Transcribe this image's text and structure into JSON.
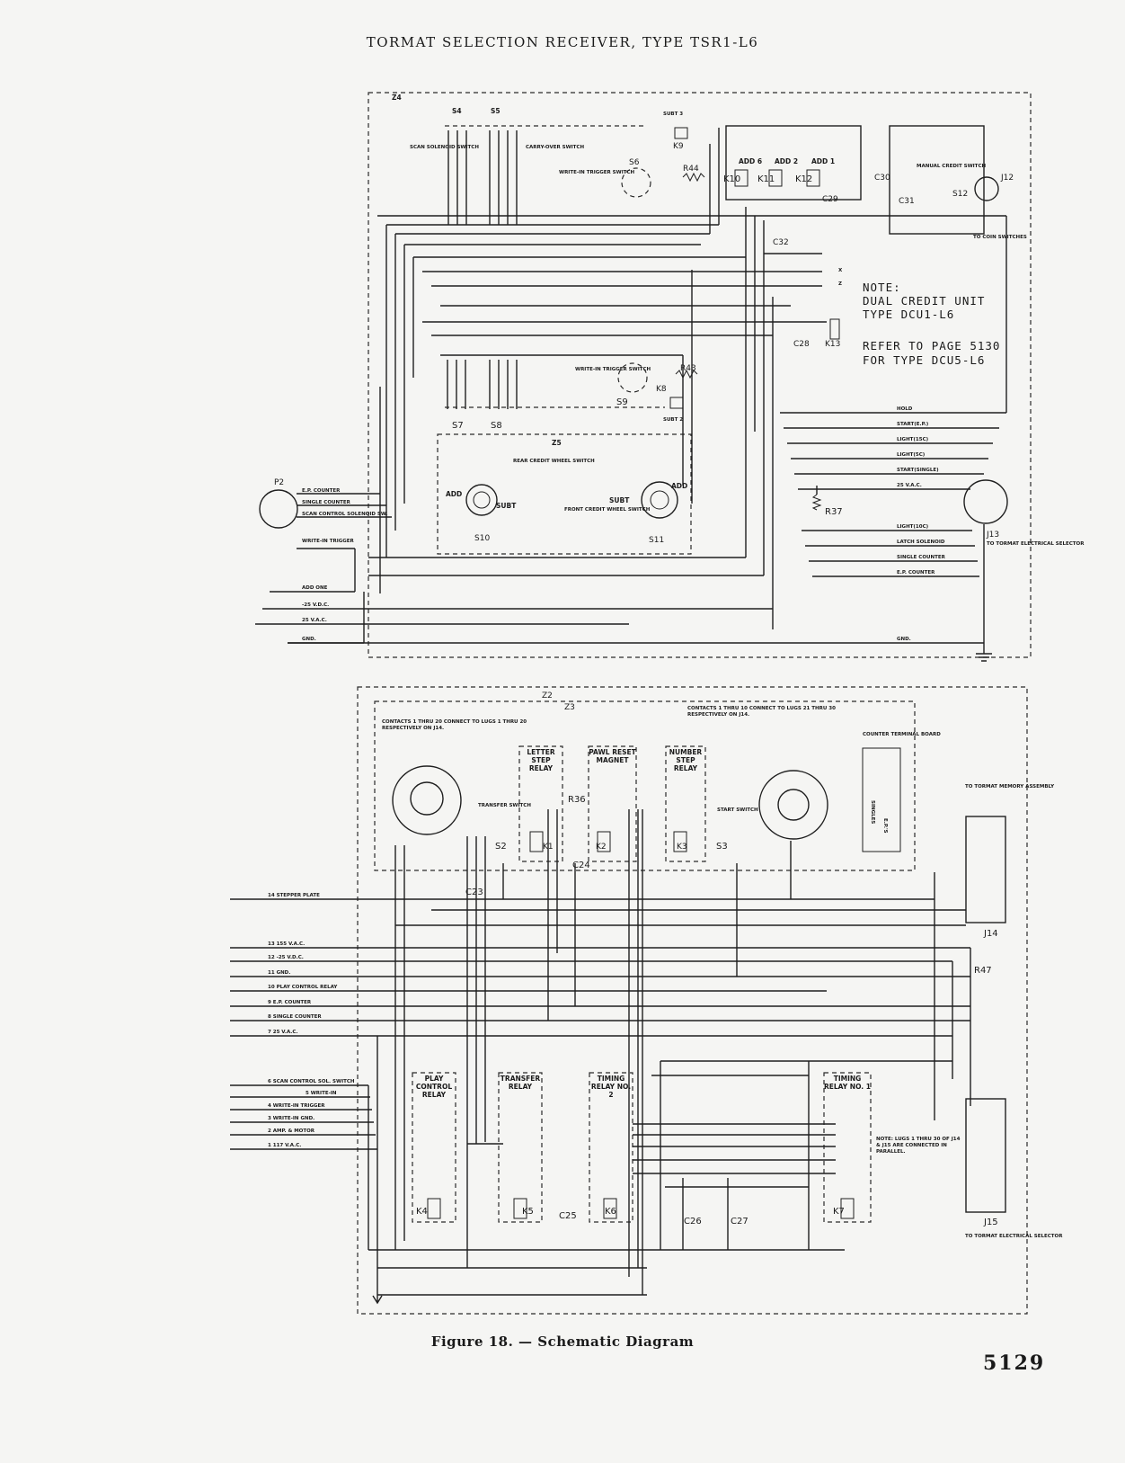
{
  "header": "TORMAT SELECTION RECEIVER, TYPE TSR1-L6",
  "caption": "Figure 18. — Schematic Diagram",
  "page_number": "5129",
  "upper": {
    "box_z4": "Z4",
    "box_z5": "Z5",
    "switches": {
      "s4": "S4",
      "s5": "S5",
      "s6": "S6",
      "s7": "S7",
      "s8": "S8",
      "s9": "S9",
      "s10": "S10",
      "s11": "S11",
      "s12": "S12"
    },
    "labels": {
      "scan_solenoid_switch": "SCAN SOLENOID SWITCH",
      "carry_over_switch": "CARRY-OVER SWITCH",
      "write_in_trigger_switch_top": "WRITE-IN TRIGGER SWITCH",
      "write_in_trigger_switch_mid": "WRITE-IN TRIGGER SWITCH",
      "subt_3": "SUBT 3",
      "subt_2": "SUBT 2",
      "k9": "K9",
      "k8": "K8",
      "k10": "K10",
      "k11": "K11",
      "k12": "K12",
      "k13": "K13",
      "add_6": "ADD 6",
      "add_2": "ADD 2",
      "add_1": "ADD 1",
      "manual_credit_switch": "MANUAL CREDIT SWITCH",
      "to_coin_switches": "TO COIN SWITCHES",
      "r44": "R44",
      "r43": "R43",
      "r37": "R37",
      "c29": "C29",
      "c30": "C30",
      "c31": "C31",
      "c32": "C32",
      "c28": "C28",
      "j12": "J12",
      "j13": "J13",
      "p2": "P2",
      "x": "X",
      "z": "Z",
      "rear_credit_wheel_switch": "REAR CREDIT WHEEL SWITCH",
      "front_credit_wheel_switch": "FRONT CREDIT WHEEL SWITCH",
      "add_left": "ADD",
      "subt_left": "SUBT",
      "subt_right": "SUBT",
      "add_right": "ADD",
      "to_tormat_electrical_selector": "TO TORMAT ELECTRICAL SELECTOR"
    },
    "note": {
      "l1": "NOTE:",
      "l2": "DUAL CREDIT UNIT",
      "l3": "TYPE DCU1-L6",
      "l4": "REFER TO PAGE 5130",
      "l5": "FOR TYPE DCU5-L6"
    },
    "j13_wires": [
      "HOLD",
      "START(E.P.)",
      "LIGHT(15C)",
      "LIGHT(5C)",
      "START(SINGLE)",
      "25 V.A.C.",
      "LIGHT(10C)",
      "LATCH SOLENOID",
      "SINGLE COUNTER",
      "E.P. COUNTER",
      "GND."
    ],
    "p2_wires": [
      "E.P. COUNTER",
      "SINGLE COUNTER",
      "SCAN CONTROL SOLENOID SW.",
      "WRITE-IN TRIGGER",
      "ADD ONE",
      "-25 V.D.C.",
      "25 V.A.C.",
      "GND."
    ]
  },
  "lower": {
    "box_z2": "Z2",
    "box_z3": "Z3",
    "contacts_left": "CONTACTS 1 THRU 20 CONNECT TO LUGS 1 THRU 20 RESPECTIVELY ON J14.",
    "contacts_right": "CONTACTS 1 THRU 10 CONNECT TO LUGS 21 THRU 30 RESPECTIVELY ON J14.",
    "letter_step_relay": "LETTER STEP RELAY",
    "pawl_reset_magnet": "PAWL RESET MAGNET",
    "number_step_relay": "NUMBER STEP RELAY",
    "counter_terminal_board": "COUNTER TERMINAL BOARD",
    "singles": "SINGLES",
    "eps": "E.P.'S",
    "transfer_switch": "TRANSFER SWITCH",
    "start_switch": "START SWITCH",
    "to_tormat_memory_assembly": "TO TORMAT MEMORY ASSEMBLY",
    "parts": {
      "s2": "S2",
      "s3": "S3",
      "k1": "K1",
      "k2": "K2",
      "k3": "K3",
      "k4": "K4",
      "k5": "K5",
      "k6": "K6",
      "k7": "K7",
      "r36": "R36",
      "r47": "R47",
      "c23": "C23",
      "c24": "C24",
      "c25": "C25",
      "c26": "C26",
      "c27": "C27",
      "j14": "J14",
      "j15": "J15"
    },
    "relays": {
      "play_control": "PLAY CONTROL RELAY",
      "transfer": "TRANSFER RELAY",
      "timing_2": "TIMING RELAY NO. 2",
      "timing_1": "TIMING RELAY NO. 1"
    },
    "lugs_note": "NOTE: LUGS 1 THRU 30 OF J14 & J15 ARE CONNECTED IN PARALLEL.",
    "to_tormat_electrical_selector": "TO TORMAT ELECTRICAL SELECTOR",
    "left_terminals": [
      "14 STEPPER PLATE",
      "13 155 V.A.C.",
      "12 -25 V.D.C.",
      "11 GND.",
      "10 PLAY CONTROL RELAY",
      "9 E.P. COUNTER",
      "8 SINGLE COUNTER",
      "7 25 V.A.C.",
      "6 SCAN CONTROL SOL. SWITCH",
      "5 WRITE-IN",
      "4 WRITE-IN TRIGGER",
      "3 WRITE-IN GND.",
      "2 AMP. & MOTOR",
      "1 117 V.A.C."
    ]
  }
}
